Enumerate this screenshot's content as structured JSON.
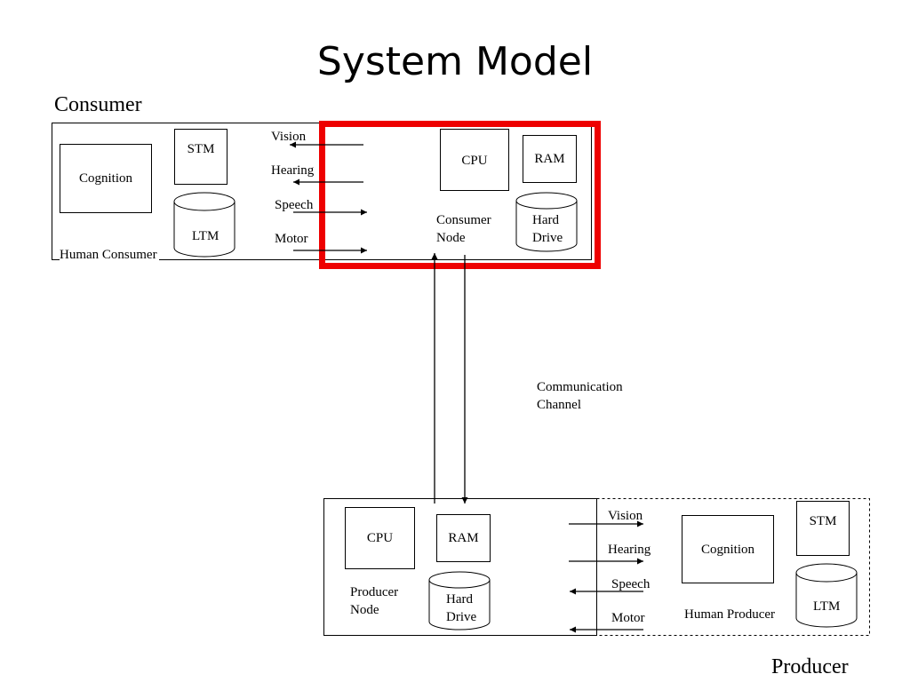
{
  "slide_title": "System Model",
  "consumer": {
    "section_label": "Consumer",
    "human_label": "Human Consumer",
    "cognition": "Cognition",
    "stm": "STM",
    "ltm": "LTM",
    "senses": {
      "vision": "Vision",
      "hearing": "Hearing",
      "speech": "Speech",
      "motor": "Motor"
    },
    "node": {
      "label_line1": "Consumer",
      "label_line2": "Node",
      "cpu": "CPU",
      "ram": "RAM",
      "drive_line1": "Hard",
      "drive_line2": "Drive"
    },
    "highlight_color": "#ee0000"
  },
  "channel": {
    "label_line1": "Communication",
    "label_line2": "Channel"
  },
  "producer": {
    "section_label": "Producer",
    "human_label": "Human Producer",
    "cognition": "Cognition",
    "stm": "STM",
    "ltm": "LTM",
    "senses": {
      "vision": "Vision",
      "hearing": "Hearing",
      "speech": "Speech",
      "motor": "Motor"
    },
    "node": {
      "label_line1": "Producer",
      "label_line2": "Node",
      "cpu": "CPU",
      "ram": "RAM",
      "drive_line1": "Hard",
      "drive_line2": "Drive"
    }
  }
}
